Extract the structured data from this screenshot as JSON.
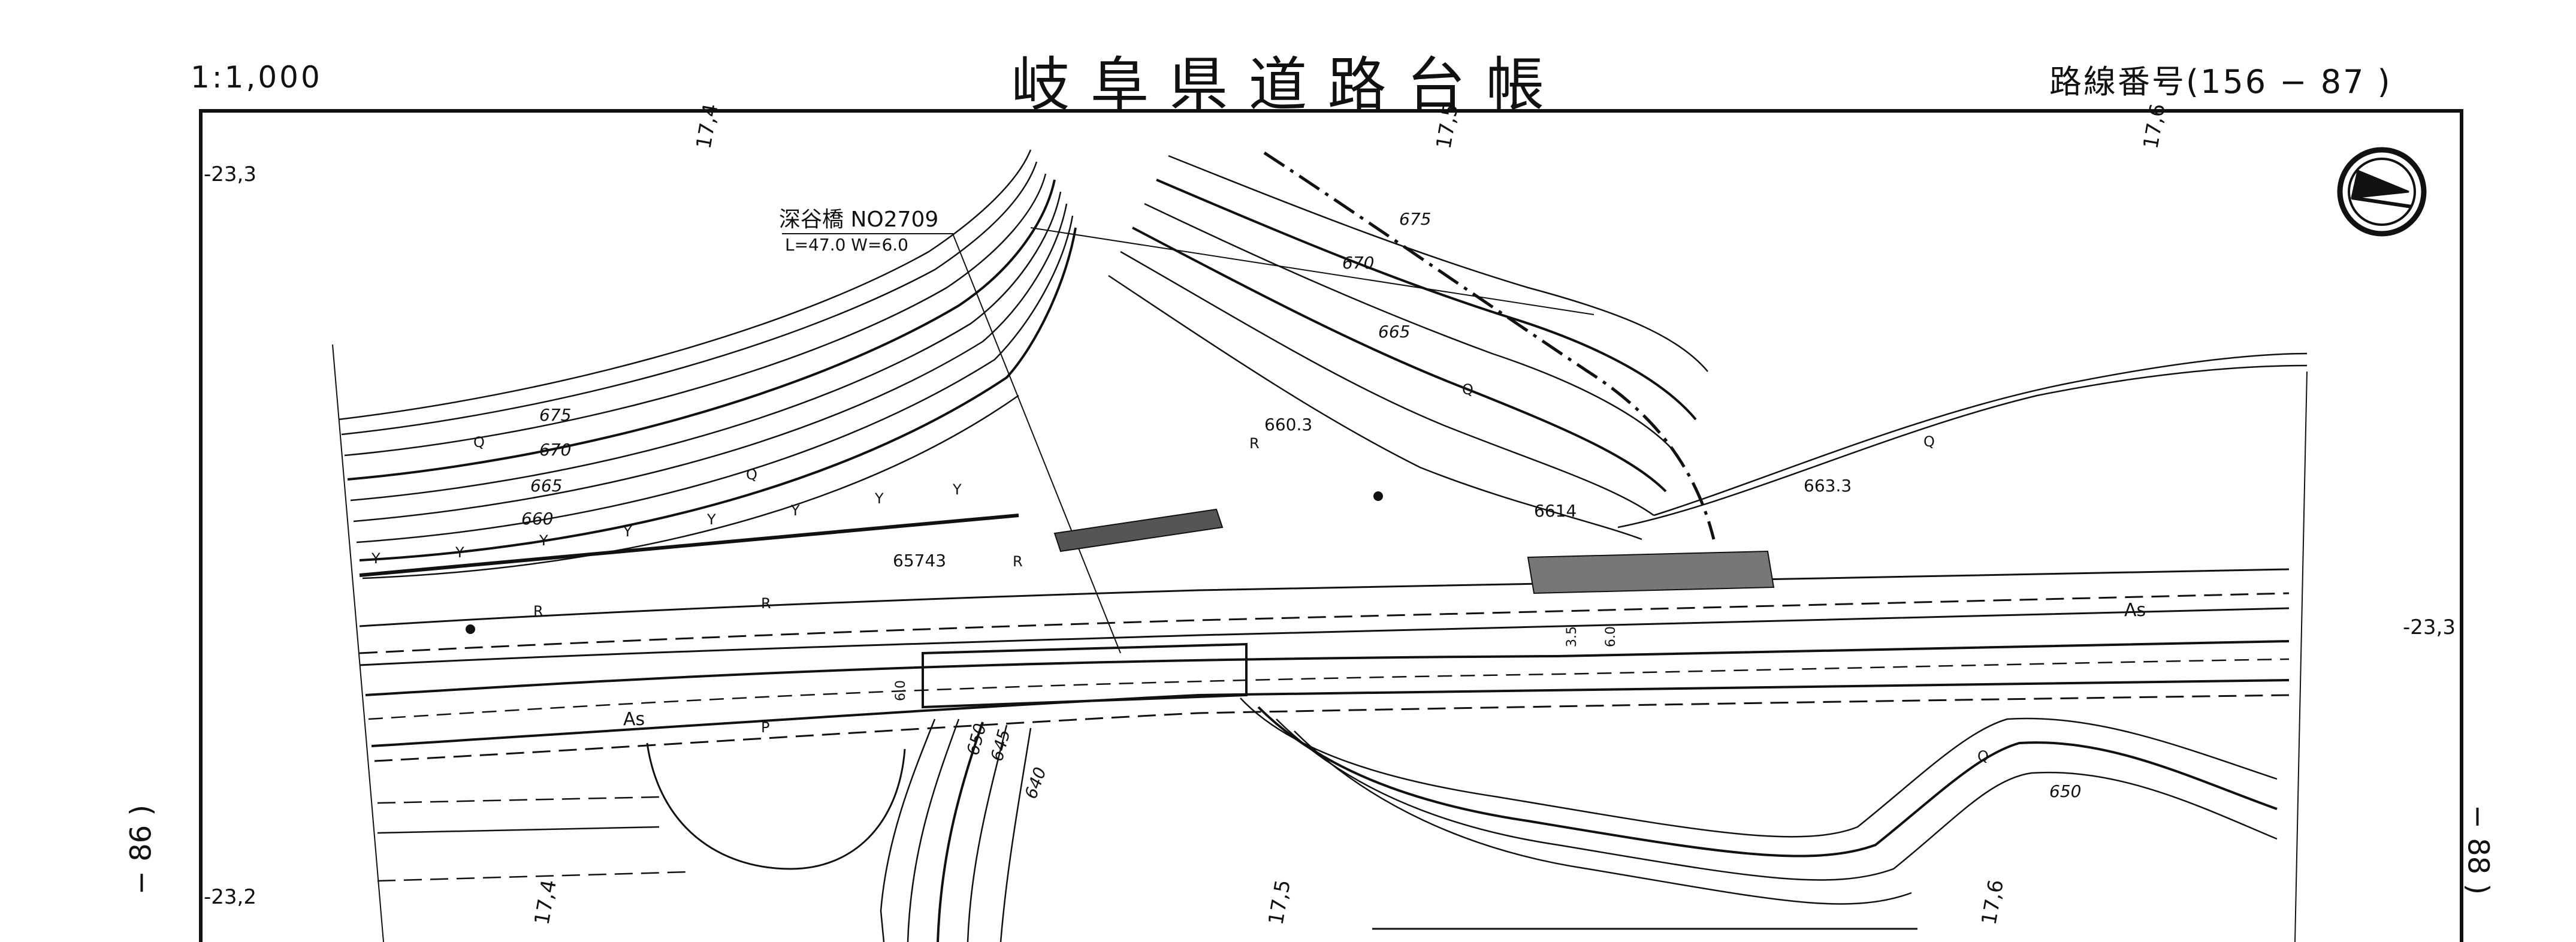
{
  "sheet": {
    "scale": "1:1,000",
    "title": "岐阜県道路台帳",
    "route_number": "路線番号(156 − 87 )"
  },
  "adjacent_sheets": {
    "left": "− 86 )",
    "right": "− 88 )"
  },
  "grid_labels": {
    "x_top": [
      "17,4",
      "17,5",
      "17,6"
    ],
    "x_bottom": [
      "17,4",
      "17,5",
      "17,6"
    ],
    "y_left": [
      "-23,3",
      "-23,2"
    ],
    "y_right": [
      "-23,3"
    ]
  },
  "bridge": {
    "name": "深谷橋 NO2709",
    "dimensions": "L=47.0 W=6.0"
  },
  "contours": {
    "north_left": [
      "675",
      "670",
      "665",
      "660"
    ],
    "north_right": [
      "675",
      "670",
      "665"
    ],
    "south": [
      "650",
      "645",
      "640",
      "650"
    ]
  },
  "spot_heights": [
    "660.3",
    "6614",
    "663.3",
    "65743"
  ],
  "road": {
    "surface_label": "As",
    "width_labels": [
      "6.0",
      "6.0",
      "3.5"
    ]
  },
  "map_symbols": {
    "retaining_wall": "R",
    "pole": "P",
    "shrub": "Y",
    "sign": "Q"
  },
  "colors": {
    "ink": "#111111",
    "paper": "#ffffff"
  }
}
